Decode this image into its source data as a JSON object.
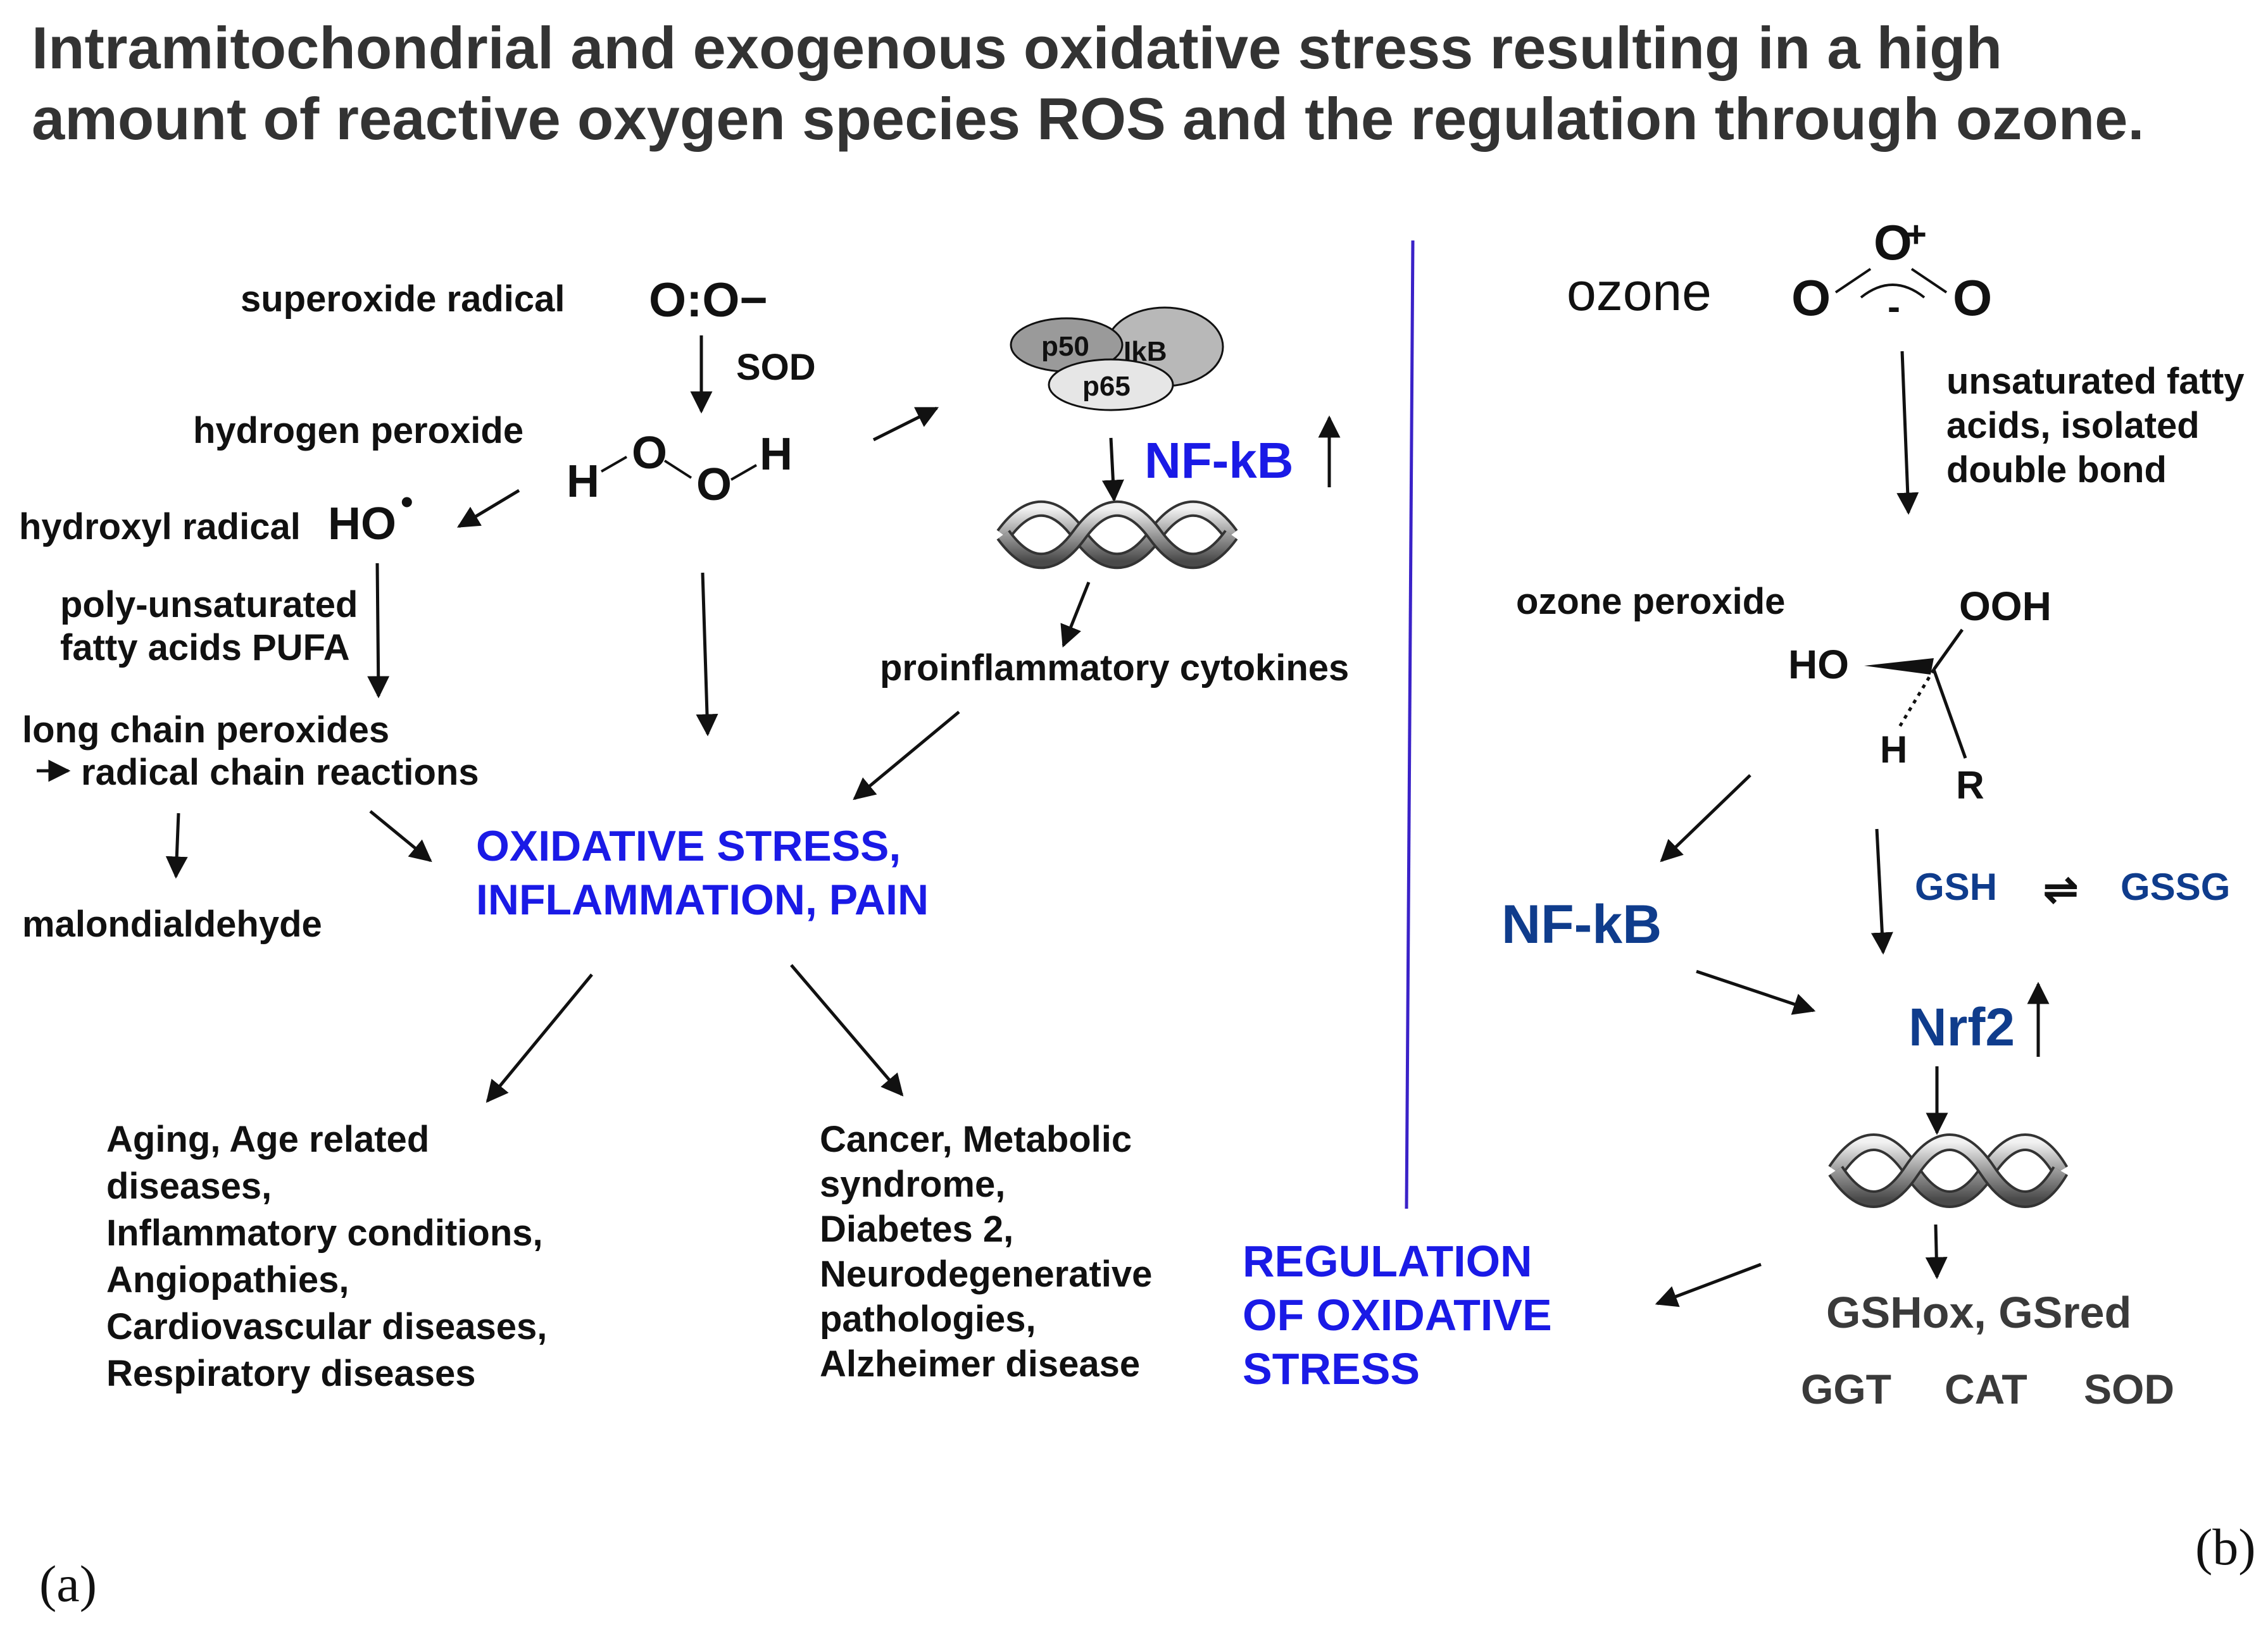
{
  "title": {
    "line1": "Intramitochondrial and exogenous oxidative stress resulting in a high",
    "line2": "amount of reactive oxygen species ROS and the regulation through ozone."
  },
  "panel_a": {
    "superoxide_label": "superoxide radical",
    "superoxide_formula": "O:O−",
    "sod_enzyme": "SOD",
    "hydrogen_peroxide_label": "hydrogen peroxide",
    "h2o2_atoms": {
      "h": "H",
      "o": "O"
    },
    "hydroxyl_label": "hydroxyl radical",
    "hydroxyl_formula": "HO",
    "radical_dot": "•",
    "pufa_line1": "poly-unsaturated",
    "pufa_line2": "fatty acids PUFA",
    "long_chain_line1": "long chain peroxides",
    "long_chain_line2": "radical chain reactions",
    "malondialdehyde": "malondialdehyde",
    "nfkb_complex": {
      "p50": "p50",
      "ikb": "IkB",
      "p65": "p65"
    },
    "nfkb_label": "NF-kB",
    "up_arrow": "↑",
    "proinflammatory": "proinflammatory cytokines",
    "oxidative_stress_line1": "OXIDATIVE STRESS,",
    "oxidative_stress_line2": "INFLAMMATION, PAIN",
    "diseases_left": [
      "Aging, Age related",
      "diseases,",
      "Inflammatory conditions,",
      "Angiopathies,",
      "Cardiovascular diseases,",
      "Respiratory diseases"
    ],
    "diseases_right": [
      "Cancer, Metabolic",
      "syndrome,",
      "Diabetes 2,",
      "Neurodegenerative",
      "pathologies,",
      "Alzheimer disease"
    ],
    "panel_label": "(a)"
  },
  "panel_b": {
    "ozone_label": "ozone",
    "ozone_atoms": {
      "o": "O",
      "plus": "+",
      "minus": "-"
    },
    "fatty_acids_lines": [
      "unsaturated fatty",
      "acids, isolated",
      "double bond"
    ],
    "ozone_peroxide_label": "ozone peroxide",
    "ozonide_groups": {
      "ooh": "OOH",
      "ho": "HO",
      "h": "H",
      "r": "R"
    },
    "gsh": "GSH",
    "gssg": "GSSG",
    "equilibrium_arrow": "⇌",
    "nfkb": "NF-kB",
    "nrf2": "Nrf2",
    "up_arrow": "↑",
    "regulation_lines": [
      "REGULATION",
      "OF OXIDATIVE",
      "STRESS"
    ],
    "gs_line": "GSHox, GSred",
    "enzymes": [
      "GGT",
      "CAT",
      "SOD"
    ],
    "panel_label": "(b)"
  },
  "colors": {
    "blue_text": "#1a1ae6",
    "navy_text": "#0f3c8c",
    "divider": "#3a22c8",
    "title_gray": "#333333"
  }
}
